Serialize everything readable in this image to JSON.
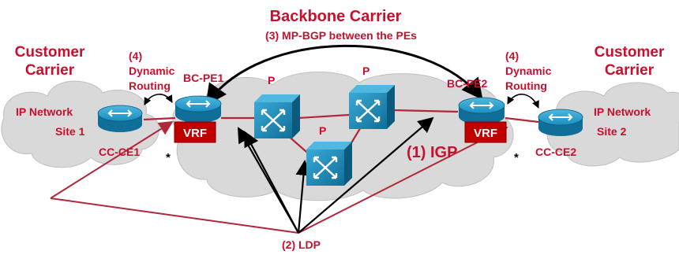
{
  "title": "Backbone Carrier",
  "subtitle": "(3) MP-BGP between the PEs",
  "customer_left": {
    "line1": "Customer",
    "line2": "Carrier"
  },
  "customer_right": {
    "line1": "Customer",
    "line2": "Carrier"
  },
  "site_left": {
    "line1": "IP Network",
    "line2": "Site 1"
  },
  "site_right": {
    "line1": "IP Network",
    "line2": "Site 2"
  },
  "dyn_left": {
    "num": "(4)",
    "line1": "Dynamic",
    "line2": "Routing"
  },
  "dyn_right": {
    "num": "(4)",
    "line1": "Dynamic",
    "line2": "Routing"
  },
  "routers": {
    "cc_ce1": "CC-CE1",
    "bc_pe1": "BC-PE1",
    "p1": "P",
    "p2": "P",
    "p3": "P",
    "bc_pe2": "BC-PE2",
    "cc_ce2": "CC-CE2"
  },
  "vrf_left": "VRF",
  "vrf_right": "VRF",
  "star_left": "*",
  "star_right": "*",
  "igp_label": "(1) IGP",
  "ldp_label": "(2) LDP",
  "colors": {
    "label_red": "#c8102e",
    "cloud_fill": "#d9d9d9",
    "link_red": "#b0283a",
    "router_blue": "#1b8fc0",
    "router_dark": "#0f6f98",
    "vrf_fill": "#c00000",
    "arrow_black": "#000000"
  }
}
